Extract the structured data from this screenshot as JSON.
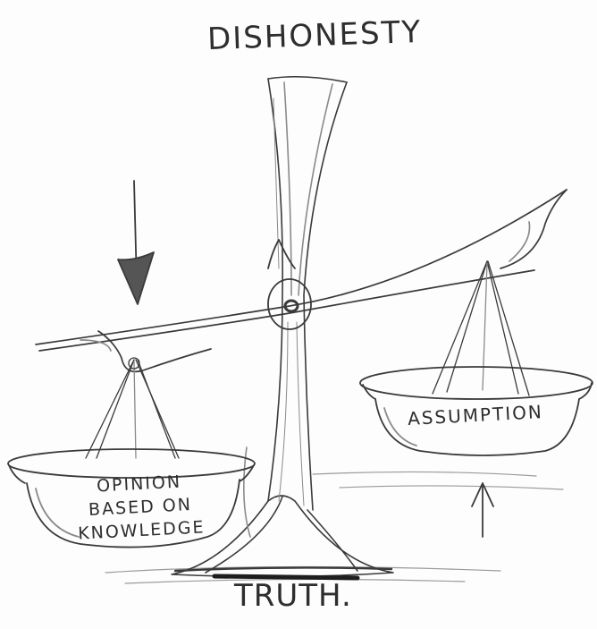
{
  "diagram": {
    "top_label": "DISHONESTY",
    "bottom_label": "TRUTH.",
    "left_pan_lines": [
      "OPINION",
      "BASED ON",
      "KNOWLEDGE"
    ],
    "right_pan_label": "ASSUMPTION"
  },
  "colors": {
    "pencil": "#3a3a3a",
    "shade": "#8a8a8a",
    "paper": "#fdfdfd"
  }
}
